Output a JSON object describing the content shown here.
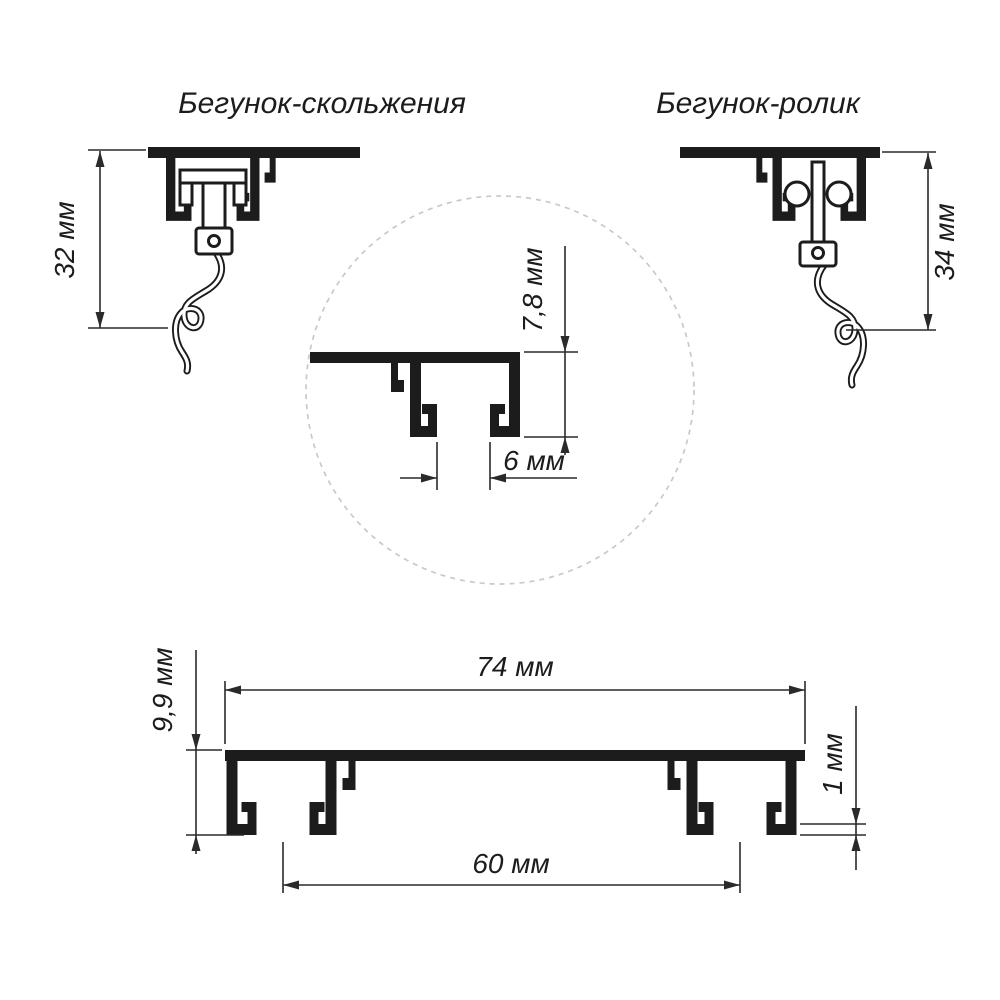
{
  "drawing": {
    "sliding_runner": {
      "title": "Бегунок-скольжения",
      "height_label": "32 мм"
    },
    "roller_runner": {
      "title": "Бегунок-ролик",
      "height_label": "34 мм"
    },
    "channel_detail": {
      "height_label": "7,8 мм",
      "slot_label": "6 мм"
    },
    "profile": {
      "width_label": "74 мм",
      "height_label": "9,9 мм",
      "thickness_label": "1 мм",
      "inner_width_label": "60 мм"
    },
    "colors": {
      "ink": "#1c1c1c",
      "dim_line": "#2a2a2a",
      "detail_circle": "#c9c9c9",
      "background": "#ffffff"
    }
  }
}
